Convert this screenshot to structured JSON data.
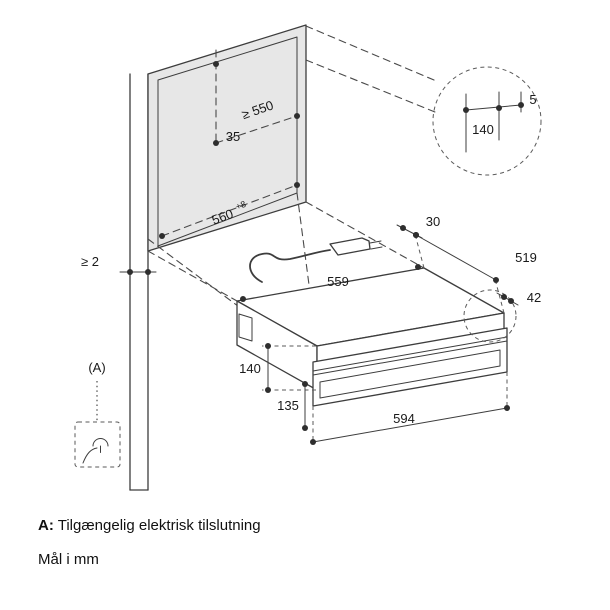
{
  "labels": {
    "niche_depth": "≥ 550",
    "niche_offset": "35",
    "niche_width": "560",
    "niche_width_tol": "+8",
    "side_gap": "≥ 2",
    "back_gap": "30",
    "body_depth": "519",
    "body_width": "559",
    "front_overhang": "42",
    "body_height": "140",
    "front_height": "135",
    "front_width": "594",
    "detail_depth": "140",
    "detail_gap": "5",
    "connection_point": "(A)"
  },
  "notes": {
    "a_prefix": "A:",
    "a_text": "Tilgængelig elektrisk tilslutning",
    "units": "Mål i mm"
  },
  "colors": {
    "line": "#3d3d3d",
    "niche_fill": "#e7e7e7",
    "background": "#ffffff",
    "text": "#1a1a1a"
  }
}
